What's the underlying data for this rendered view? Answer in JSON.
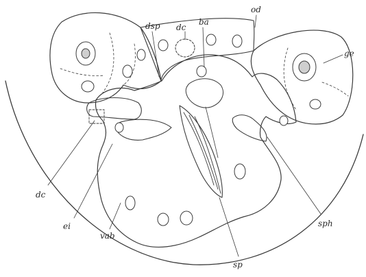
{
  "labels": {
    "dc_top": "dc",
    "dsp": "dsp",
    "ba": "ba",
    "od": "od",
    "ge": "ge",
    "dc_left": "dc",
    "ei": "ei",
    "vab": "vab",
    "sp": "sp",
    "sph": "sph"
  },
  "colors": {
    "ink": "#3a3a3a",
    "stipple": "#6a6a6a",
    "background": "#ffffff"
  }
}
